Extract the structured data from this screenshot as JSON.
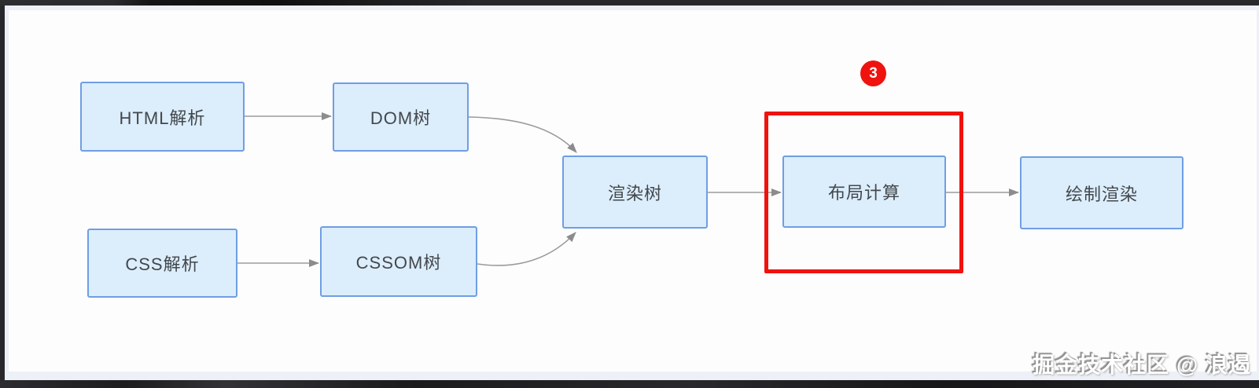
{
  "window": {
    "watermark": "掘金技术社区 @ 浪遏"
  },
  "annotation": {
    "badge_label": "3",
    "highlighted_node": "布局计算"
  },
  "diagram": {
    "type": "flowchart",
    "nodes": [
      {
        "id": "html-parse",
        "label": "HTML解析"
      },
      {
        "id": "dom-tree",
        "label": "DOM树"
      },
      {
        "id": "css-parse",
        "label": "CSS解析"
      },
      {
        "id": "cssom-tree",
        "label": "CSSOM树"
      },
      {
        "id": "render-tree",
        "label": "渲染树"
      },
      {
        "id": "layout-calc",
        "label": "布局计算"
      },
      {
        "id": "paint-render",
        "label": "绘制渲染"
      }
    ],
    "edges": [
      {
        "from": "html-parse",
        "to": "dom-tree"
      },
      {
        "from": "css-parse",
        "to": "cssom-tree"
      },
      {
        "from": "dom-tree",
        "to": "render-tree"
      },
      {
        "from": "cssom-tree",
        "to": "render-tree"
      },
      {
        "from": "render-tree",
        "to": "layout-calc"
      },
      {
        "from": "layout-calc",
        "to": "paint-render"
      }
    ],
    "colors": {
      "node_fill": "#dceefb",
      "node_border": "#6f9ee4",
      "node_text": "#43474d",
      "arrow": "#9b9b9b",
      "highlight_red": "#ef120e",
      "canvas": "#fdfdfe",
      "mat": "#edf0f6",
      "frame": "#28282c"
    }
  }
}
